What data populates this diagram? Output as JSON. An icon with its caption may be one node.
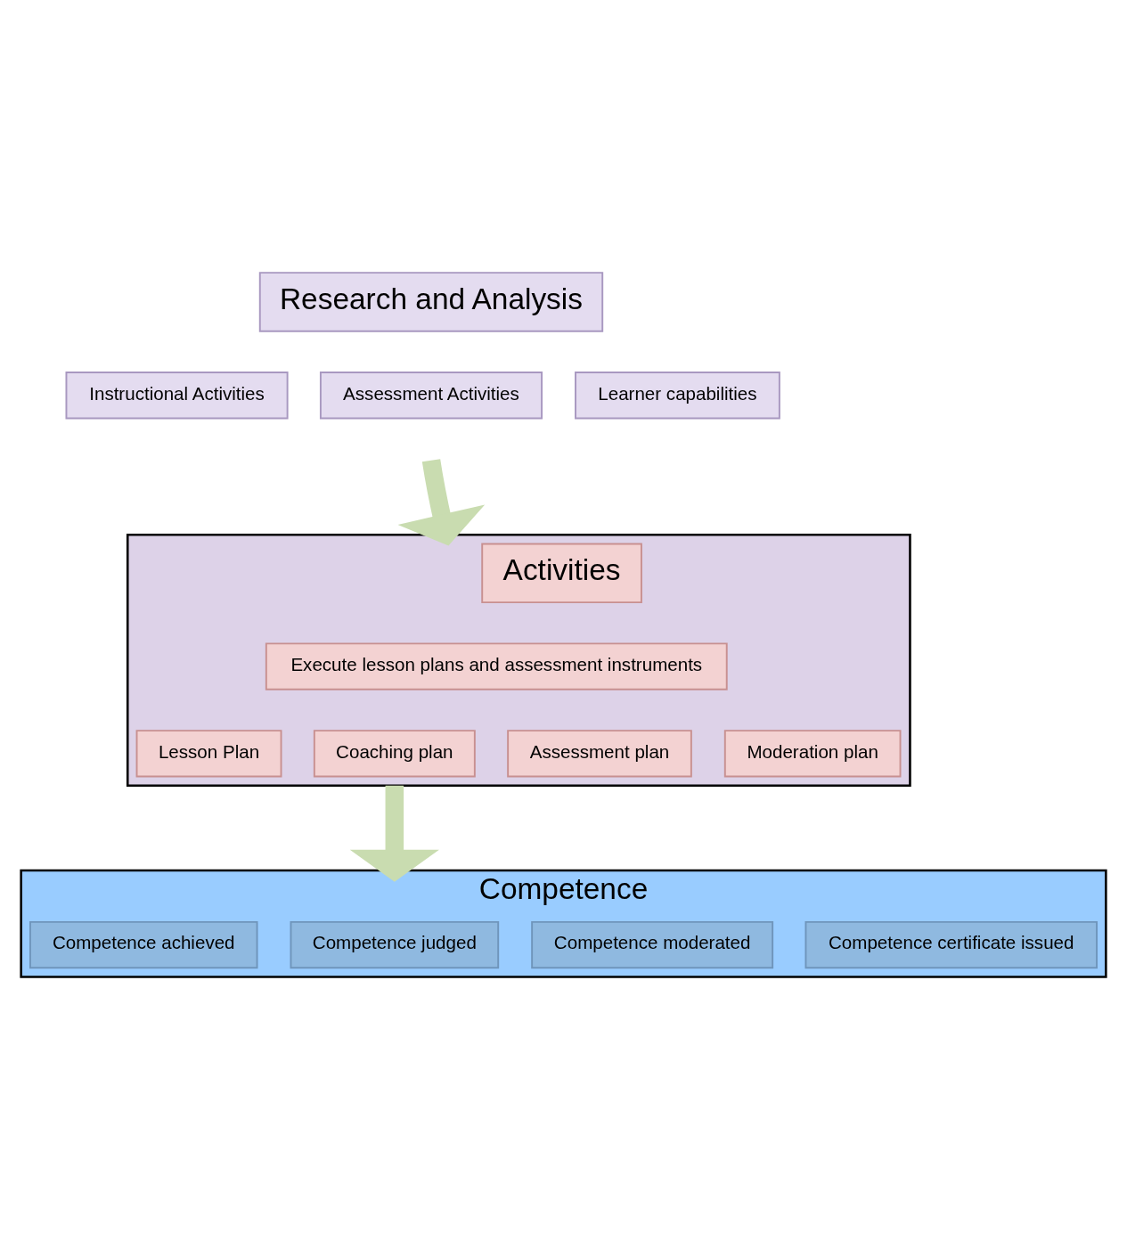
{
  "diagram": {
    "nodes": [
      {
        "text": [
          "Research and Analysis"
        ]
      },
      {
        "text": [
          "Instructional Activities"
        ]
      },
      {
        "text": [
          "Assessment Activities"
        ]
      },
      {
        "text": [
          "Learner capabilities"
        ]
      },
      {
        "text": [],
        "shape": "box"
      },
      {
        "text": [
          "Activities"
        ],
        "in": 4
      },
      {
        "text": [
          "Execute lesson plans and assessment instruments"
        ],
        "in": 4
      },
      {
        "text": [
          "Lesson Plan"
        ],
        "in": 4
      },
      {
        "text": [
          "Coaching plan"
        ],
        "in": 4
      },
      {
        "text": [
          "Assessment plan"
        ],
        "in": 4
      },
      {
        "text": [
          "Moderation plan"
        ],
        "in": 4
      },
      {
        "text": [
          "Competence"
        ]
      },
      {
        "text": [
          "Competence achieved"
        ],
        "in": 11
      },
      {
        "text": [
          "Competence judged"
        ],
        "in": 11
      },
      {
        "text": [
          "Competence moderated"
        ],
        "in": 11
      },
      {
        "text": [
          "Competence certificate issued"
        ],
        "in": 11
      }
    ],
    "edges": [
      {
        "from": null,
        "to": 4,
        "arrow": "to"
      },
      {
        "from": 4,
        "to": 11,
        "arrow": "to"
      }
    ]
  }
}
